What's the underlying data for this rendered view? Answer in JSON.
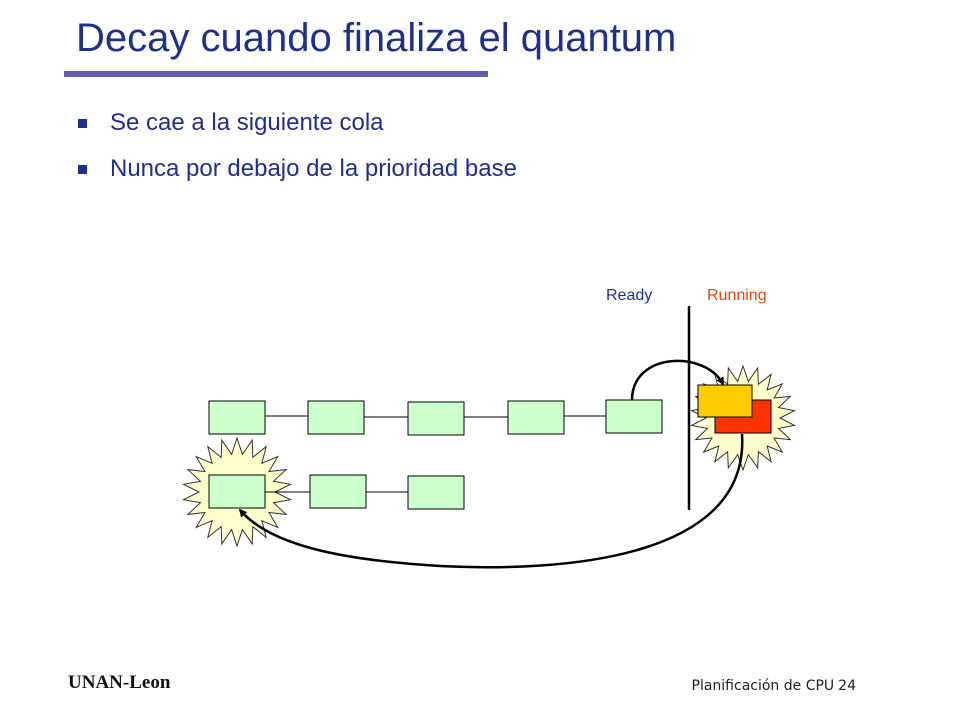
{
  "slide": {
    "title": "Decay cuando finaliza el quantum",
    "bullets": [
      "Se cae a la siguiente cola",
      "Nunca por debajo de la prioridad base"
    ]
  },
  "diagram": {
    "ready_label": "Ready",
    "running_label": "Running",
    "colors": {
      "queue_box_fill": "#ccffcc",
      "running_front_fill": "#ffcc00",
      "running_back_fill": "#ff3300",
      "burst_fill": "#ffffcc",
      "ready_label_color": "#1f2f8c",
      "running_label_color": "#e24a10"
    },
    "queues": [
      {
        "name": "upper-queue",
        "process_count": 5
      },
      {
        "name": "lower-queue",
        "process_count": 3
      }
    ]
  },
  "footer": {
    "institution": "UNAN-Leon",
    "section": "Planificación de CPU",
    "page_number": "24"
  }
}
